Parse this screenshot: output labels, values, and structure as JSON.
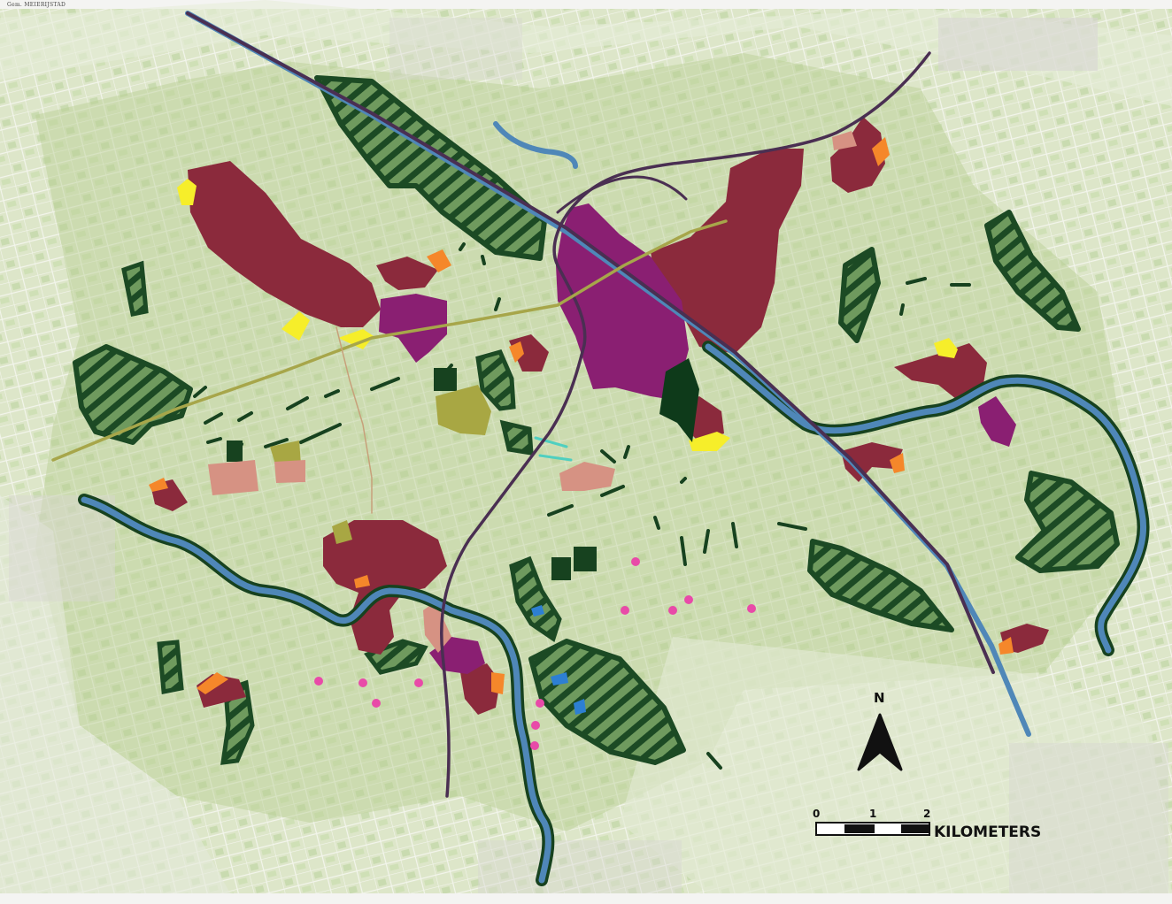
{
  "header": {
    "label": "Gem. MEIERIJSTAD"
  },
  "north_arrow": {
    "label": "N"
  },
  "scale_bar": {
    "tick_0": "0",
    "tick_1": "1",
    "tick_2": "2",
    "unit": "KILOMETERS"
  },
  "colors": {
    "base_map": "#dfe8cc",
    "urban_zone": "#8b2a3c",
    "industrial_zone": "#8a1f72",
    "nature_hatched": "#1c4a24",
    "nature_fill": "#6f9a5e",
    "water": "#4f87b8",
    "road": "#4a2f52",
    "rail_line": "#a7a64a",
    "yellow_area": "#f6ee2a",
    "orange_area": "#f5872a",
    "olive_area": "#a8a743",
    "salmon_area": "#d69283",
    "pink_point": "#e84aa8",
    "blue_pond": "#2d7fd3"
  }
}
